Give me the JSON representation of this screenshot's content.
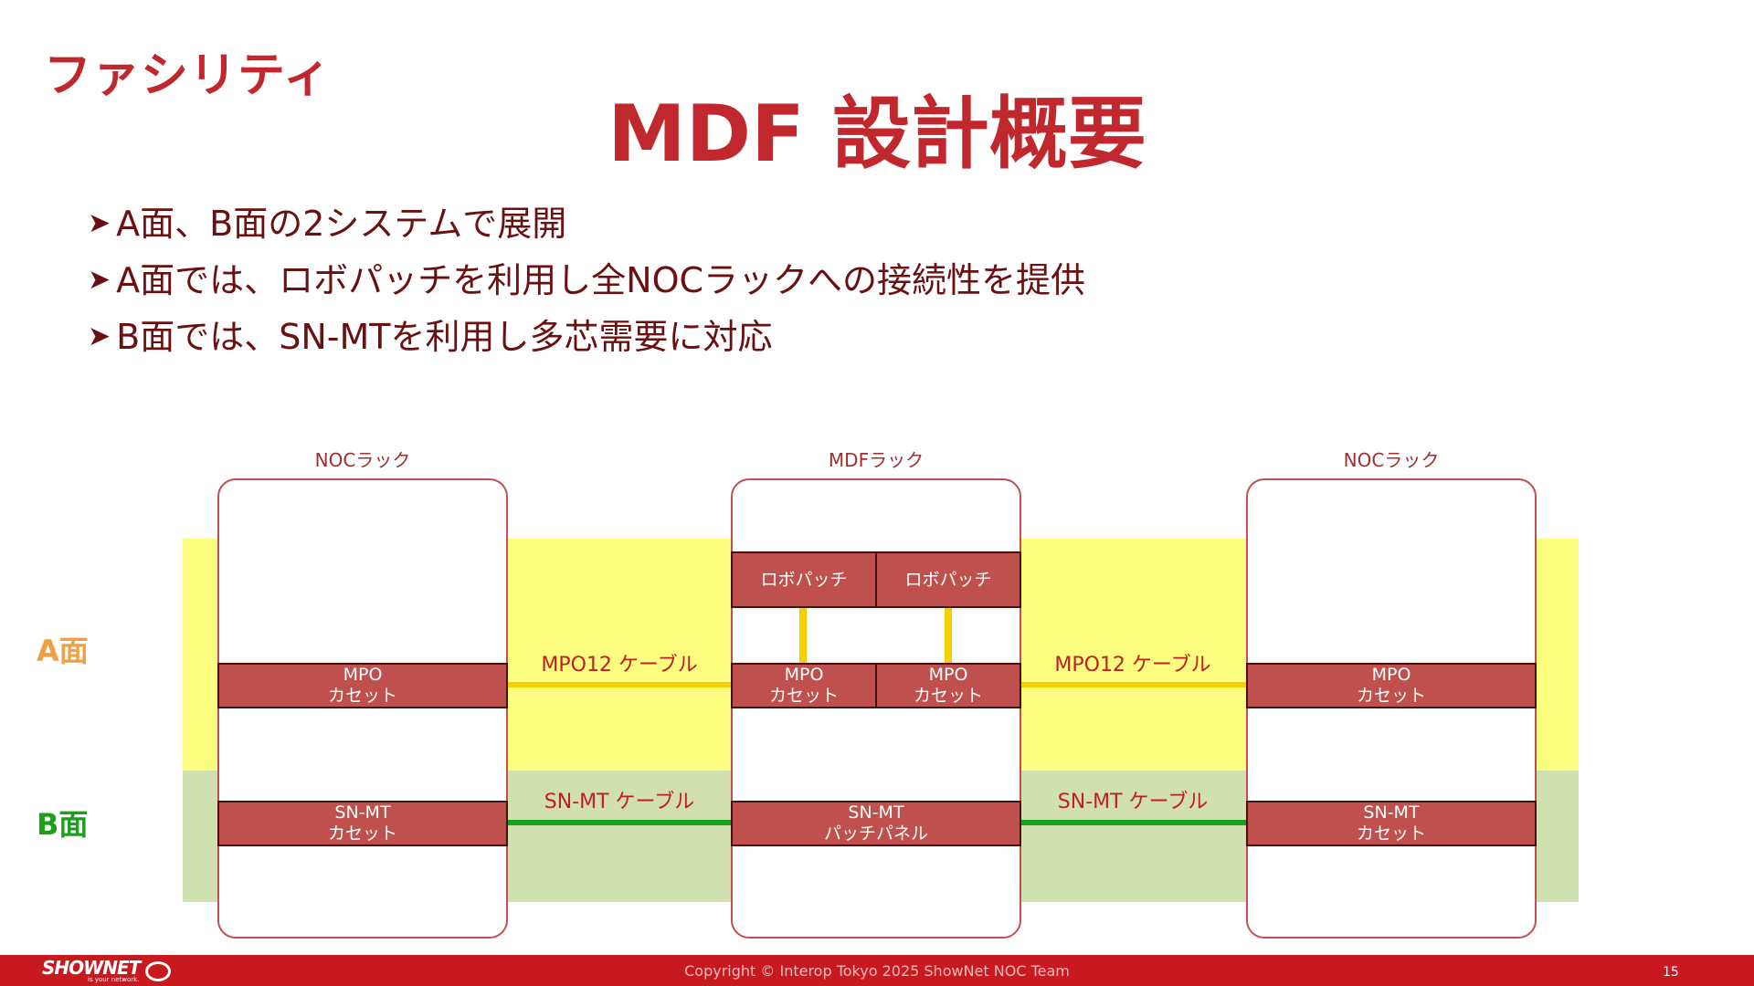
{
  "header": {
    "section": "ファシリティ",
    "title": "MDF 設計概要"
  },
  "bullets": [
    "A面、B面の2システムで展開",
    "A面では、ロボパッチを利用し全NOCラックへの接続性を提供",
    "B面では、SN-MTを利用し多芯需要に対応"
  ],
  "diagram": {
    "side_a": "A面",
    "side_b": "B面",
    "racks": {
      "left": "NOCラック",
      "center": "MDFラック",
      "right": "NOCラック"
    },
    "boxes": {
      "robopatch_1": "ロボパッチ",
      "robopatch_2": "ロボパッチ",
      "mpo_line1": "MPO",
      "mpo_line2": "カセット",
      "snmt_line1": "SN-MT",
      "snmt_cassette_line2": "カセット",
      "snmt_patch_line2": "パッチパネル"
    },
    "cables": {
      "mpo12": "MPO12 ケーブル",
      "snmt": "SN-MT ケーブル"
    },
    "colors": {
      "band_a": "#fdfd7f",
      "band_b": "#d1e0b1",
      "box": "#c0504d",
      "cable_a": "#f5d000",
      "cable_b": "#1ca01c"
    }
  },
  "footer": {
    "logo_main": "SHOWNET",
    "logo_sub": "is your network.",
    "copyright": "Copyright © Interop Tokyo 2025 ShowNet NOC Team",
    "page": "15"
  }
}
